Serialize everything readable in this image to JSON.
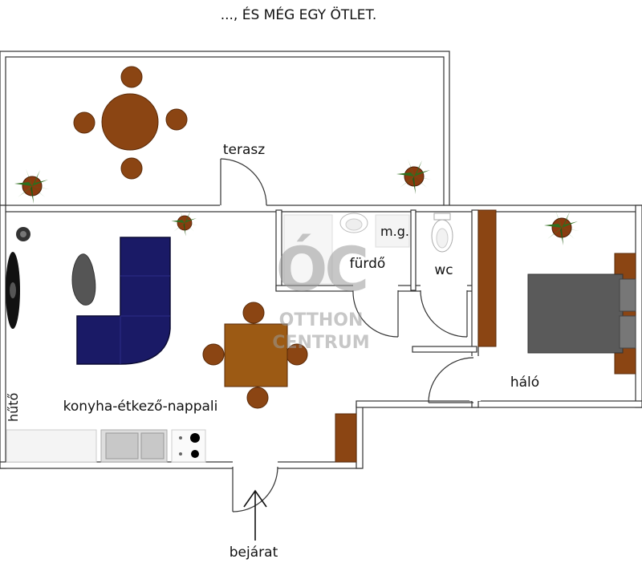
{
  "title": "..., ÉS MÉG EGY ÖTLET.",
  "rooms": {
    "terrace": "terasz",
    "living": "konyha-étkező-nappali",
    "bathroom": "fürdő",
    "utility": "m.g.",
    "toilet": "wc",
    "bedroom": "háló",
    "fridge": "hűtő",
    "entrance": "bejárat"
  },
  "watermark": {
    "logo": "ÓC",
    "line1": "OTTHON",
    "line2": "CENTRUM",
    "color": "#9a9a9a"
  },
  "colors": {
    "wall_fill": "#ffffff",
    "wall_stroke": "#333333",
    "table_wood": "#8b4513",
    "sofa": "#1a1a66",
    "bed": "#5a5a5a",
    "plant": "#2e6e1e",
    "plant_pot": "#8b3a0f",
    "dining_table": "#9c5a14"
  },
  "icons": {
    "plant": "potted-plant-icon",
    "toilet": "toilet-icon",
    "sink": "sink-icon",
    "stove": "stove-icon",
    "lamp": "lamp-icon",
    "fan": "fan-icon",
    "entry_arrow": "arrow-up-icon"
  }
}
